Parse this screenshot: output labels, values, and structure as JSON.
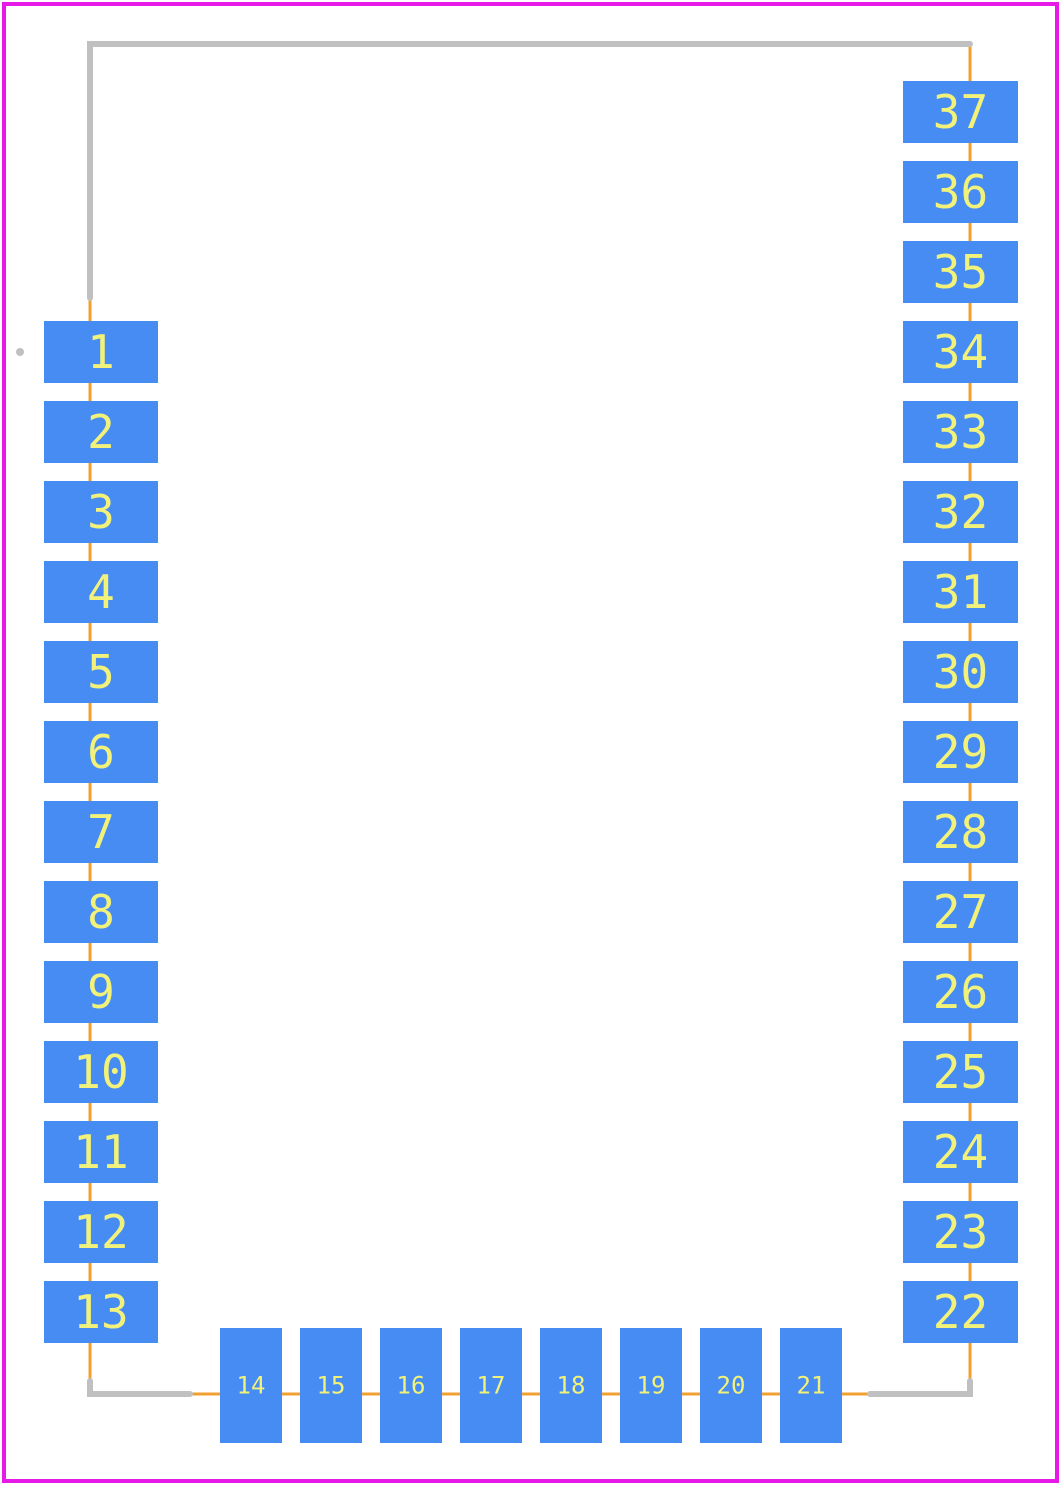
{
  "colors": {
    "background": "#ffffff",
    "courtyard": "#e619e6",
    "silkscreen": "#c0c0c0",
    "assembly": "#f0a030",
    "pad": "#478cf2",
    "pad_label": "#f2f27a"
  },
  "footprint": {
    "left_pads": [
      "1",
      "2",
      "3",
      "4",
      "5",
      "6",
      "7",
      "8",
      "9",
      "10",
      "11",
      "12",
      "13"
    ],
    "bottom_pads": [
      "14",
      "15",
      "16",
      "17",
      "18",
      "19",
      "20",
      "21"
    ],
    "right_pads": [
      "22",
      "23",
      "24",
      "25",
      "26",
      "27",
      "28",
      "29",
      "30",
      "31",
      "32",
      "33",
      "34",
      "35",
      "36",
      "37"
    ]
  }
}
